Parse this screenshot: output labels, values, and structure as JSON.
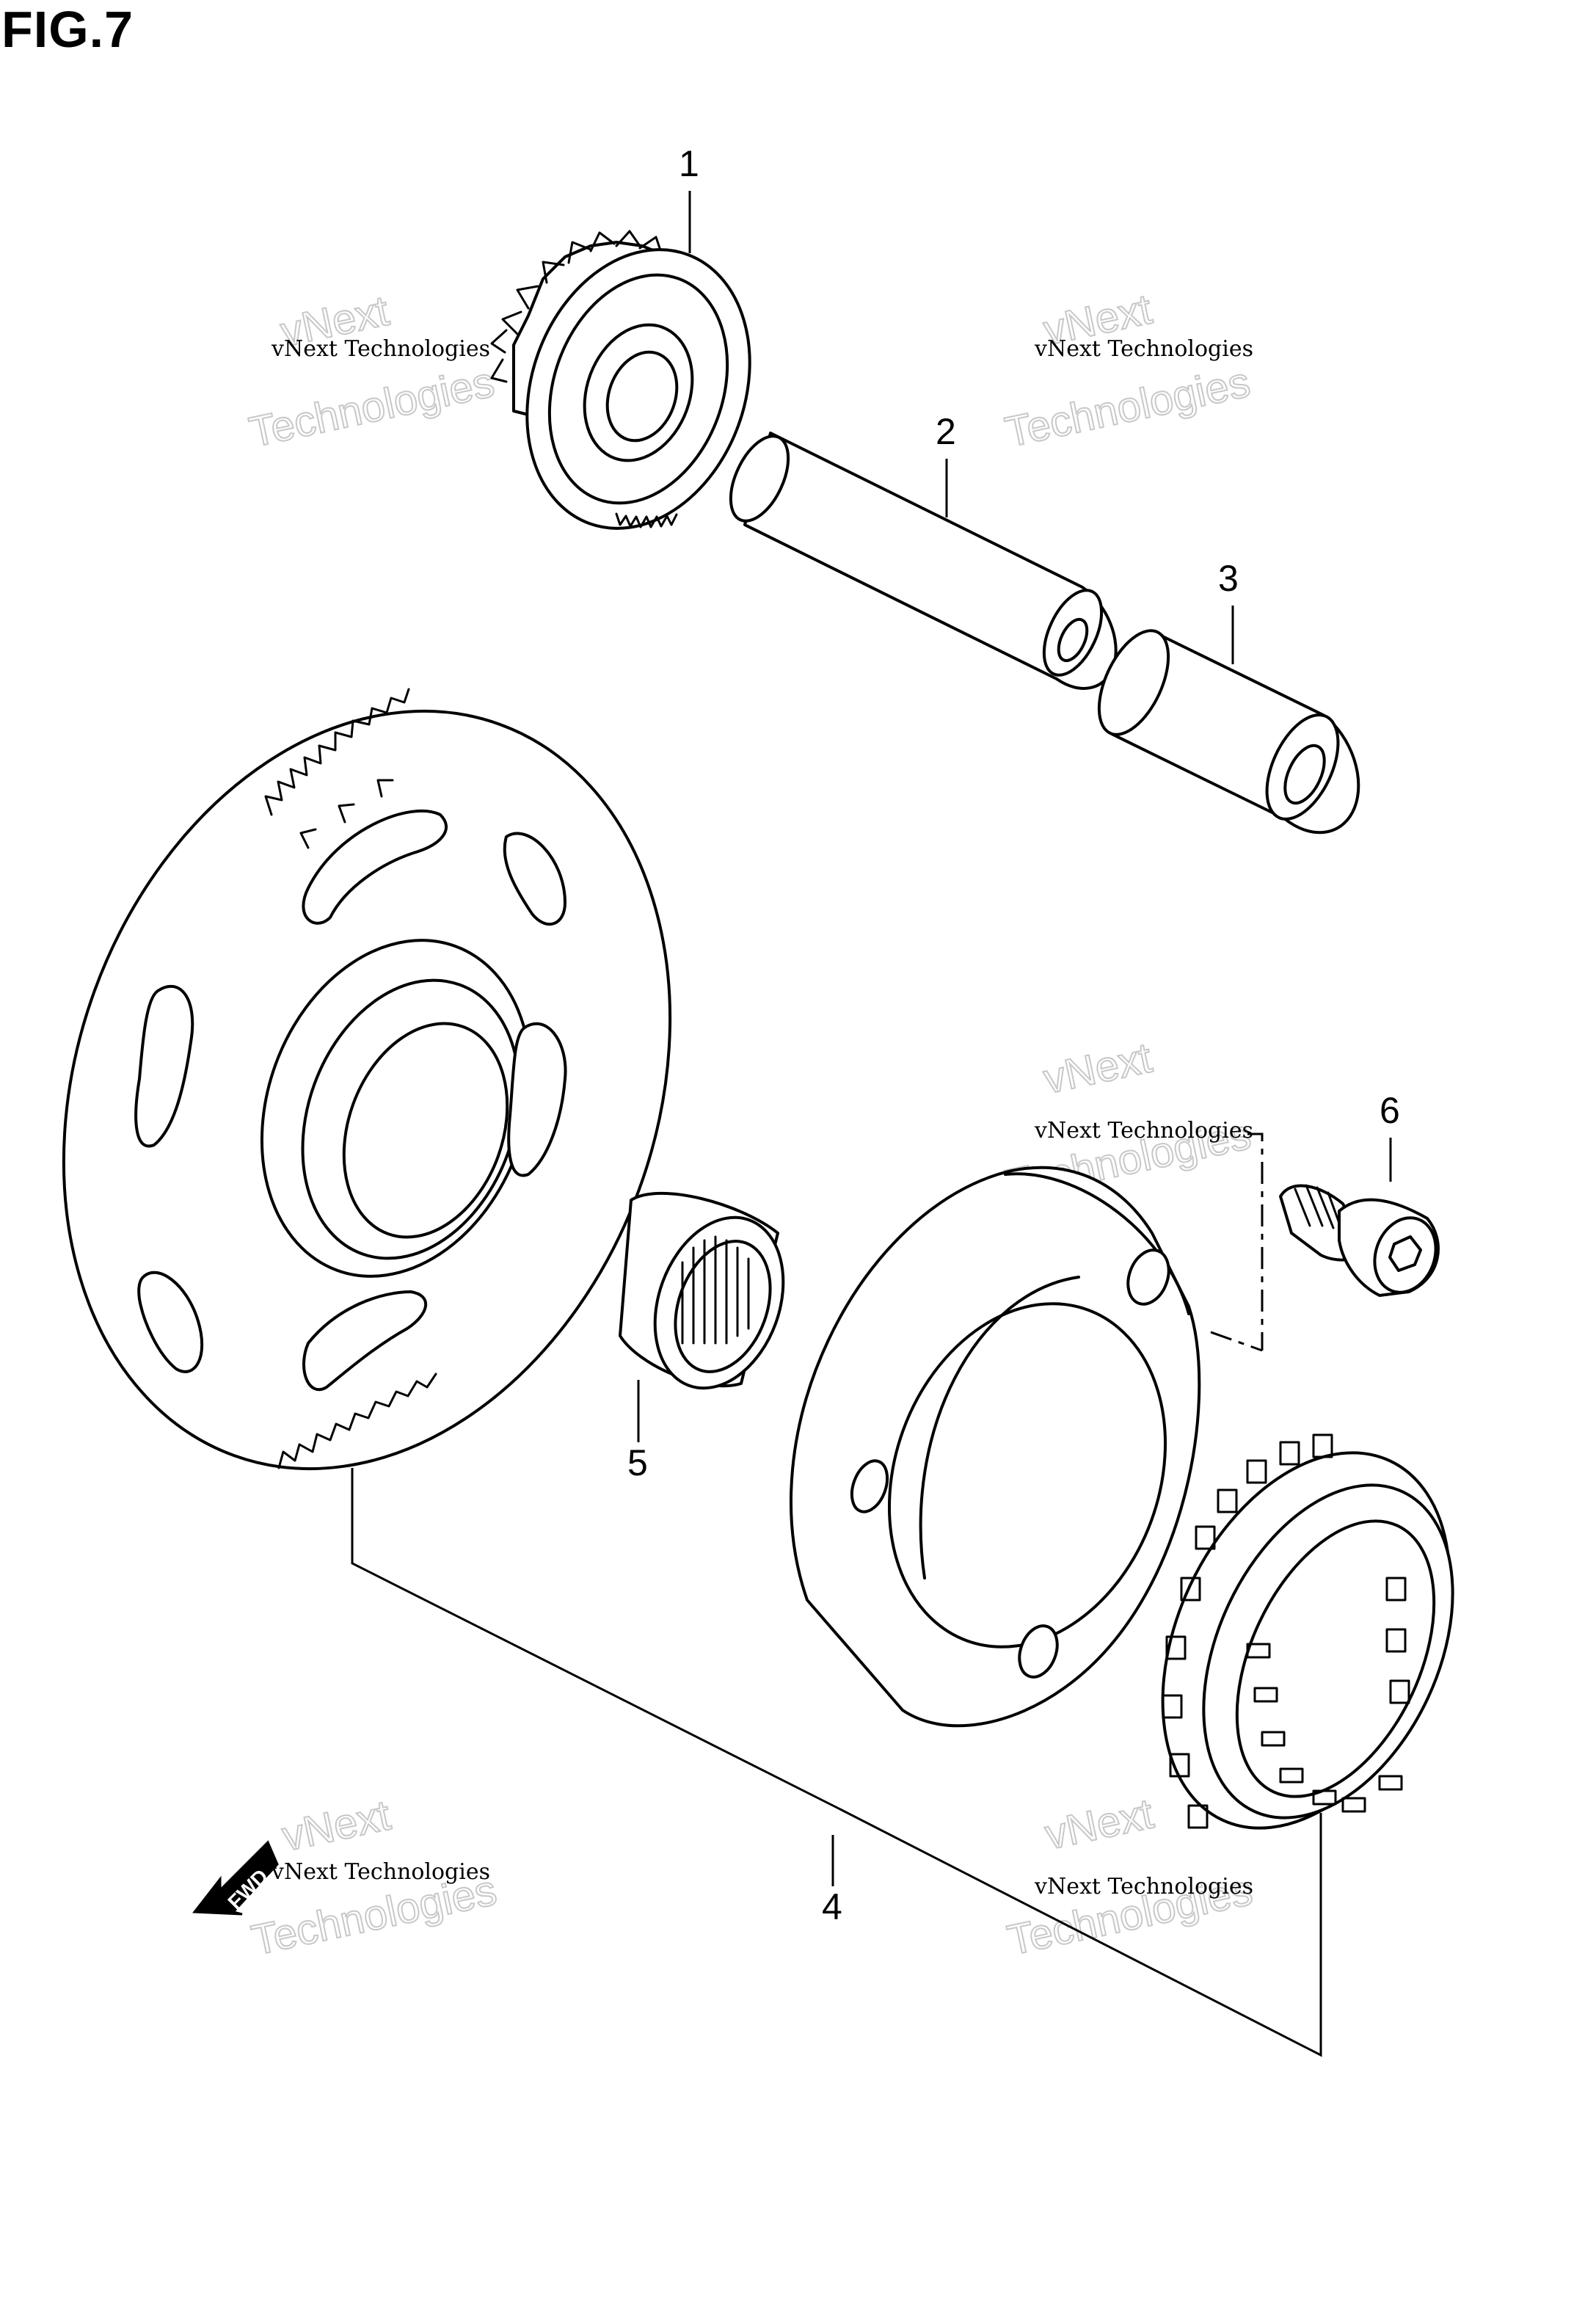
{
  "figure": {
    "title": "FIG.7"
  },
  "parts": [
    {
      "label": "1"
    },
    {
      "label": "2"
    },
    {
      "label": "3"
    },
    {
      "label": "4"
    },
    {
      "label": "5"
    },
    {
      "label": "6"
    }
  ],
  "watermark": {
    "line_small": "vNext Technologies",
    "line_top": "vNext",
    "line_big": "Technologies"
  },
  "direction_marker": {
    "label": "FWD"
  }
}
